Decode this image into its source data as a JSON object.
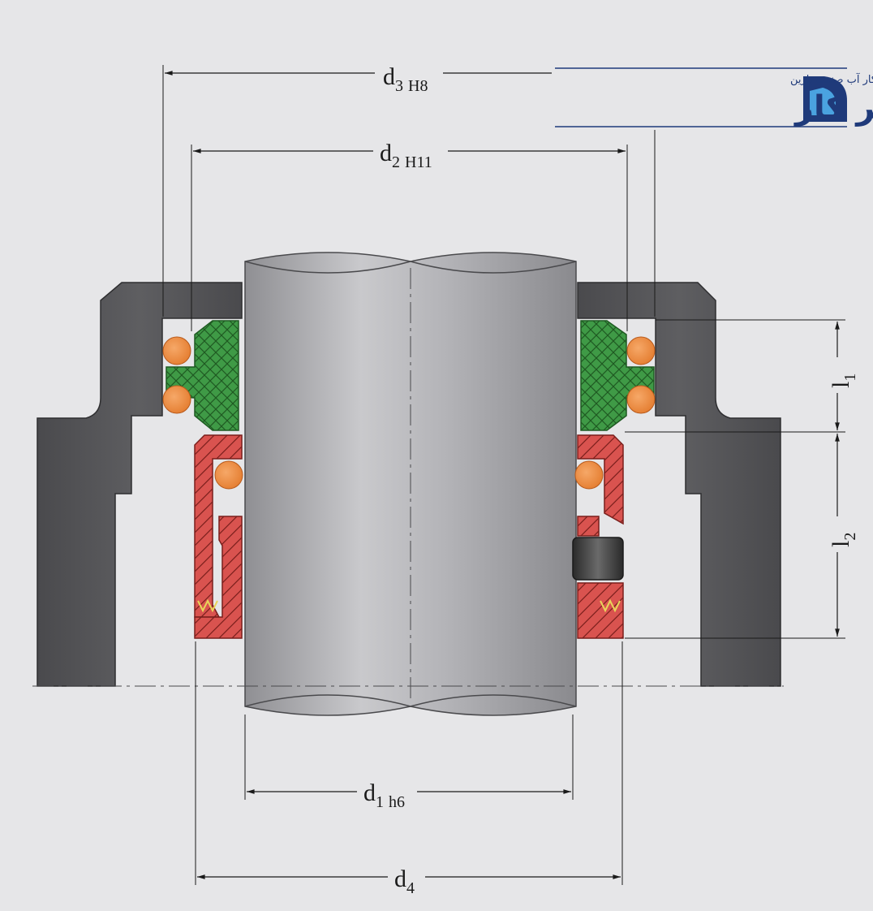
{
  "logo": {
    "company_name": "شرکت بوستر کار آب صنعت پارین",
    "brand_word": "بوستر کار",
    "colors": {
      "navy": "#1f3a7a",
      "light_blue": "#4aa3e0"
    }
  },
  "dimensions": {
    "d3": {
      "base": "d",
      "index": "3",
      "tol": "H8"
    },
    "d2": {
      "base": "d",
      "index": "2",
      "tol": "H11"
    },
    "d1": {
      "base": "d",
      "index": "1",
      "tol": "h6"
    },
    "d4": {
      "base": "d",
      "index": "4",
      "tol": ""
    },
    "l1": {
      "base": "l",
      "index": "1"
    },
    "l2": {
      "base": "l",
      "index": "2"
    }
  },
  "colors": {
    "background": "#e6e6e8",
    "housing": "#555558",
    "shaft": "#a9a9ad",
    "seal_green": "#3f9a46",
    "seal_red": "#d9534f",
    "oring": "#ef8a3f",
    "spring": "#e8d55a"
  }
}
